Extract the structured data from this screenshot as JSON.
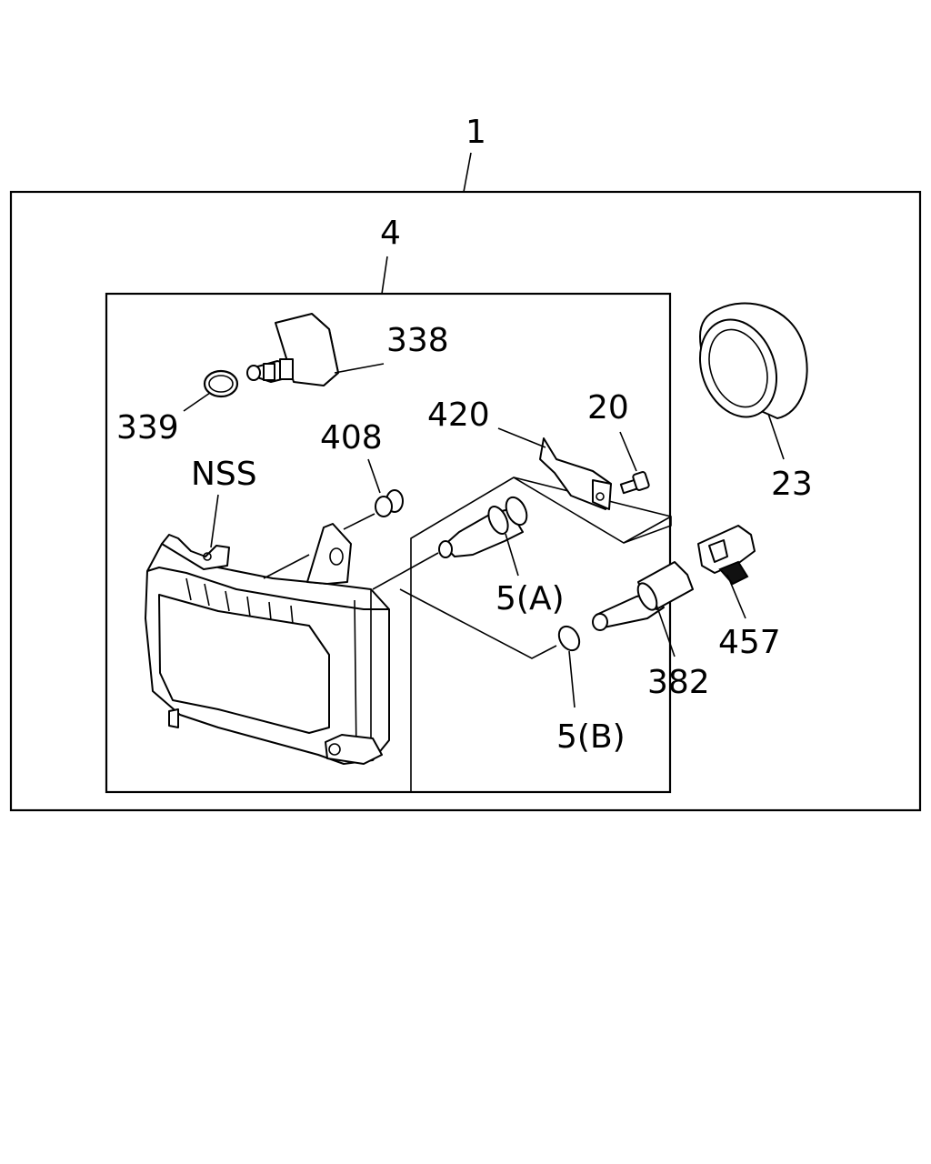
{
  "diagram": {
    "callouts": {
      "assembly": "1",
      "lamp_unit": "4",
      "bulb_socket_338": "338",
      "o_ring": "339",
      "bracket": "420",
      "screw": "20",
      "grommet": "408",
      "nss": "NSS",
      "ring": "23",
      "bulb_a": "5(A)",
      "bulb_b": "5(B)",
      "socket_382": "382",
      "connector": "457"
    }
  }
}
